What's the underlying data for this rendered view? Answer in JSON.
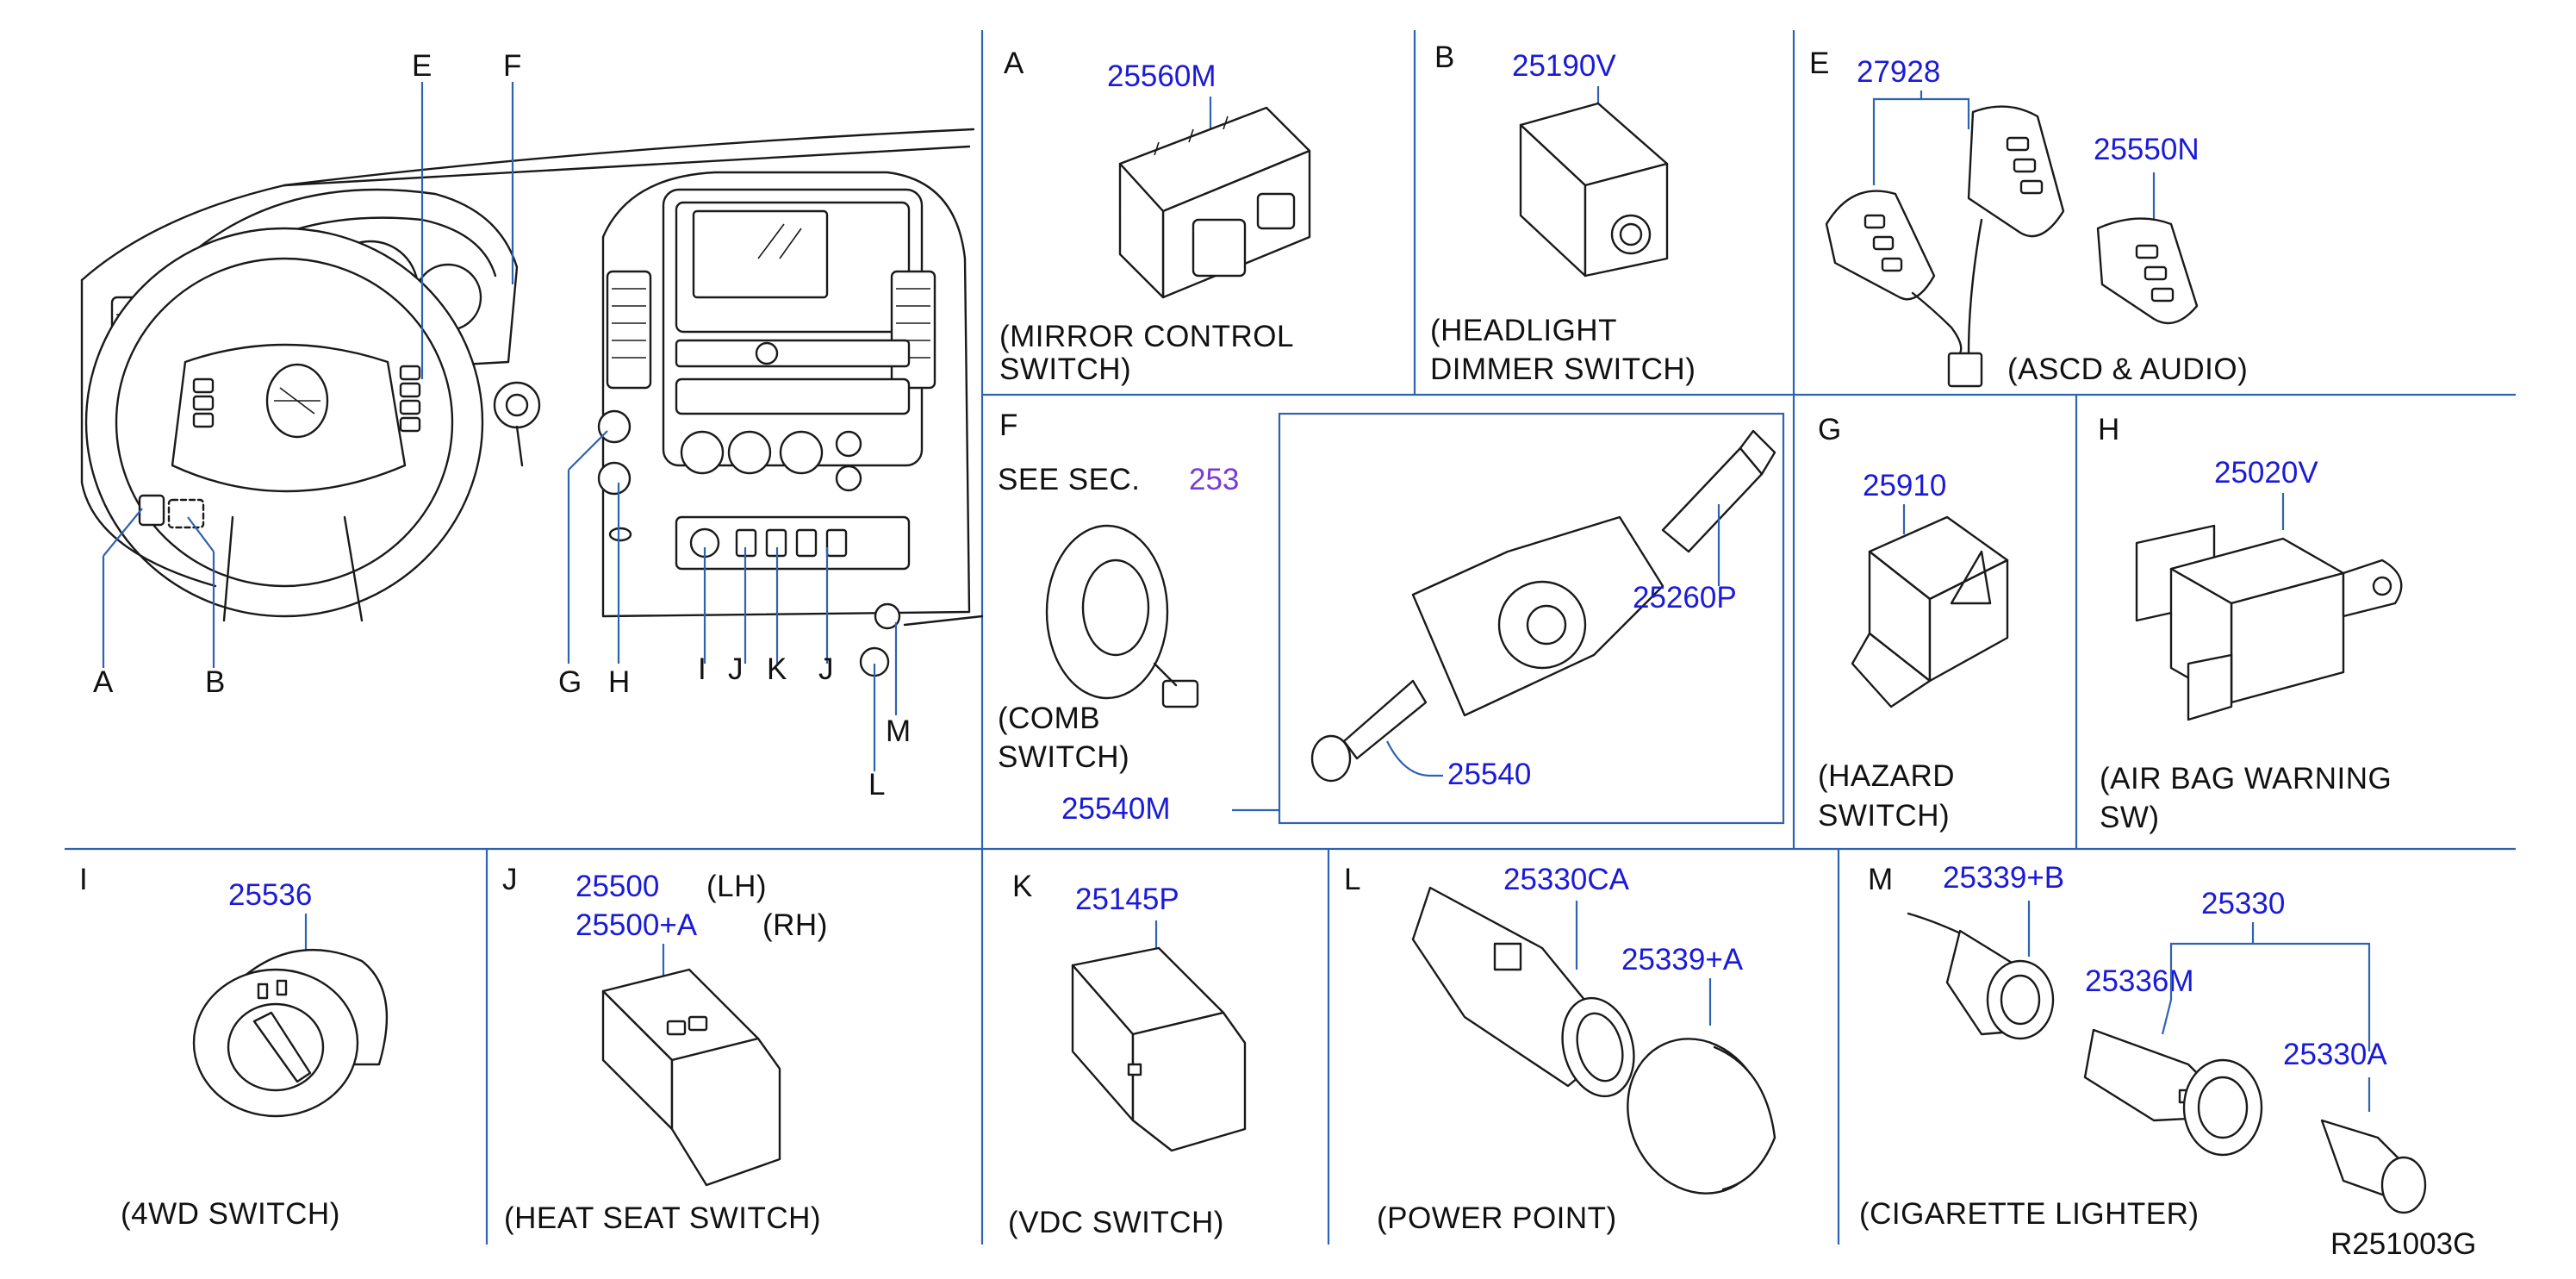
{
  "drawing_id": "R251003G",
  "overview": {
    "callouts": [
      "E",
      "F",
      "A",
      "B",
      "G",
      "H",
      "I",
      "J",
      "K",
      "J",
      "M",
      "L"
    ]
  },
  "panels": {
    "A": {
      "letter": "A",
      "part": "25560M",
      "caption": [
        "(MIRROR   CONTROL",
        "SWITCH)"
      ]
    },
    "B": {
      "letter": "B",
      "part": "25190V",
      "caption": [
        "(HEADLIGHT",
        "DIMMER   SWITCH)"
      ]
    },
    "E": {
      "letter": "E",
      "parts": [
        "27928",
        "25550N"
      ],
      "caption": [
        "(ASCD   &   AUDIO)"
      ]
    },
    "F": {
      "letter": "F",
      "see_sec": "SEE   SEC.",
      "sec_number": "253",
      "parts": [
        "25260P",
        "25540",
        "25540M"
      ],
      "caption": [
        "(COMB",
        "SWITCH)"
      ]
    },
    "G": {
      "letter": "G",
      "part": "25910",
      "caption": [
        "(HAZARD",
        " SWITCH)"
      ]
    },
    "H": {
      "letter": "H",
      "part": "25020V",
      "caption": [
        "(AIR   BAG   WARNING",
        "SW)"
      ]
    },
    "I": {
      "letter": "I",
      "part": "25536",
      "caption": [
        "(4WD   SWITCH)"
      ]
    },
    "J": {
      "letter": "J",
      "parts": [
        "25500",
        "25500+A"
      ],
      "sides": [
        "(LH)",
        "(RH)"
      ],
      "caption": [
        "(HEAT   SEAT   SWITCH)"
      ]
    },
    "K": {
      "letter": "K",
      "part": "25145P",
      "caption": [
        "(VDC   SWITCH)"
      ]
    },
    "L": {
      "letter": "L",
      "parts": [
        "25330CA",
        "25339+A"
      ],
      "caption": [
        "(POWER   POINT)"
      ]
    },
    "M": {
      "letter": "M",
      "parts": [
        "25339+B",
        "25330",
        "25336M",
        "25330A"
      ],
      "caption": [
        "(CIGARETTE   LIGHTER)"
      ]
    }
  },
  "colors": {
    "part_number": "#1a1ad8",
    "section_ref": "#7a3ad6",
    "grid_lines": "#2f62b0",
    "ink": "#1a1a1a"
  }
}
